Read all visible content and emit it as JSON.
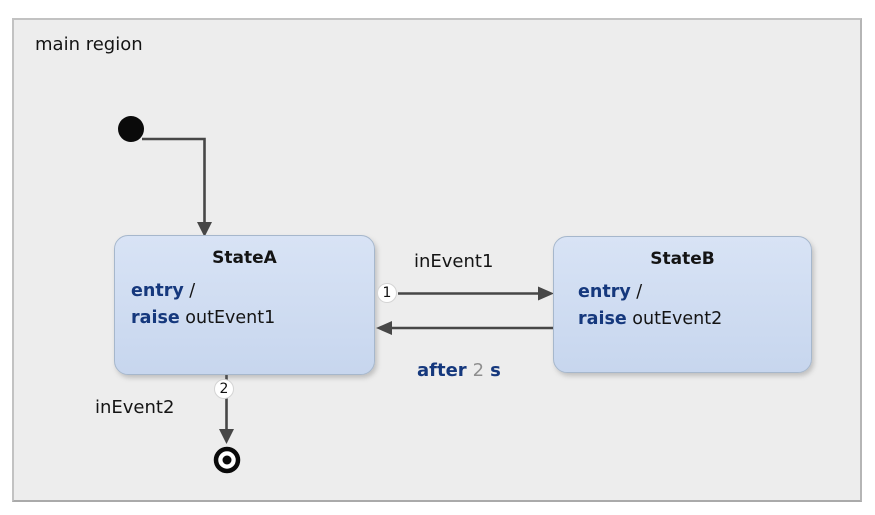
{
  "diagram": {
    "region_label": "main region"
  },
  "states": {
    "a": {
      "title": "StateA",
      "entry_kw": "entry",
      "entry_rest": " /",
      "raise_kw": "raise",
      "raise_rest": " outEvent1"
    },
    "b": {
      "title": "StateB",
      "entry_kw": "entry",
      "entry_rest": " /",
      "raise_kw": "raise",
      "raise_rest": " outEvent2"
    }
  },
  "transitions": {
    "a_to_b": {
      "event": "inEvent1",
      "priority": "1"
    },
    "b_to_a": {
      "after_kw": "after",
      "after_value": "2",
      "after_unit": "s"
    },
    "a_to_final": {
      "event": "inEvent2",
      "priority": "2"
    }
  },
  "colors": {
    "state_fill_top": "#d8e3f5",
    "state_fill_bottom": "#c7d6ee",
    "state_border": "#a6b7cc",
    "keyword_color": "#15387d",
    "number_color": "#8f8f8f",
    "line_color": "#474747",
    "region_fill": "#ededed",
    "region_border": "#c2c2c2",
    "text_color": "#141414"
  }
}
